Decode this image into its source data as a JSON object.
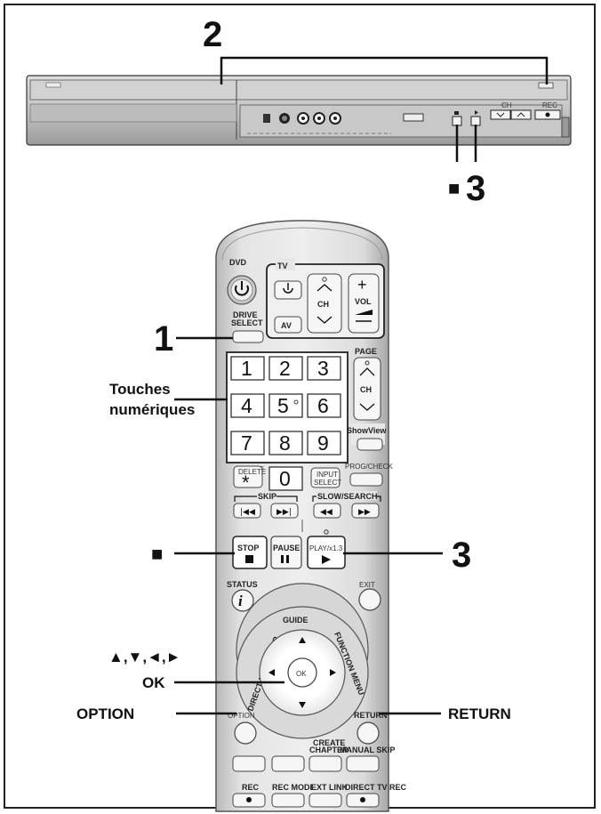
{
  "callouts": {
    "player_top": "2",
    "player_right_stop": "■",
    "player_right_num": "3",
    "remote_one": "1",
    "remote_touches_line1": "Touches",
    "remote_touches_line2": "numériques",
    "remote_stop": "■",
    "remote_three": "3",
    "remote_arrows": "▲,▼,◄,►",
    "remote_ok": "OK",
    "remote_option": "OPTION",
    "remote_return": "RETURN"
  },
  "player": {
    "ch": "CH",
    "rec": "REC"
  },
  "remote": {
    "dvd": "DVD",
    "tv": "TV",
    "ch": "CH",
    "vol": "VOL",
    "av": "AV",
    "drive_select_1": "DRIVE",
    "drive_select_2": "SELECT",
    "page": "PAGE",
    "showview": "ShowView",
    "digits": [
      "1",
      "2",
      "3",
      "4",
      "5",
      "6",
      "7",
      "8",
      "9",
      "0"
    ],
    "delete": "DELETE",
    "input_select_1": "INPUT",
    "input_select_2": "SELECT",
    "prog_check": "PROG/CHECK",
    "skip": "SKIP",
    "slow_search": "SLOW/SEARCH",
    "stop": "STOP",
    "pause": "PAUSE",
    "play": "PLAY/x1.3",
    "status": "STATUS",
    "exit": "EXIT",
    "guide": "GUIDE",
    "direct_navigator": "DIRECT NAVIGATOR",
    "function_menu": "FUNCTION MENU",
    "ok": "OK",
    "option": "OPTION",
    "return": "RETURN",
    "create_chapter_1": "CREATE",
    "create_chapter_2": "CHAPTER",
    "manual_skip": "MANUAL SKIP",
    "rec": "REC",
    "rec_mode": "REC MODE",
    "ext_link": "EXT LINK",
    "direct_tv_rec": "DIRECT TV REC"
  }
}
